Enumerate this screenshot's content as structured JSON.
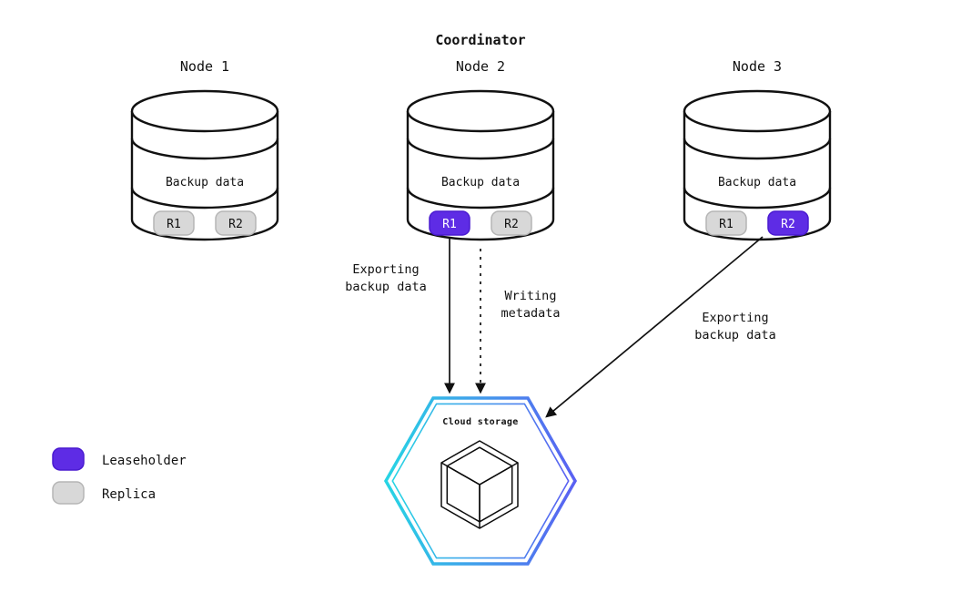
{
  "title": "Coordinator",
  "nodes": [
    {
      "label": "Node 1",
      "storage_label": "Backup data",
      "replicas": [
        {
          "label": "R1",
          "role": "replica"
        },
        {
          "label": "R2",
          "role": "replica"
        }
      ]
    },
    {
      "label": "Node 2",
      "storage_label": "Backup data",
      "replicas": [
        {
          "label": "R1",
          "role": "leaseholder"
        },
        {
          "label": "R2",
          "role": "replica"
        }
      ]
    },
    {
      "label": "Node 3",
      "storage_label": "Backup data",
      "replicas": [
        {
          "label": "R1",
          "role": "replica"
        },
        {
          "label": "R2",
          "role": "leaseholder"
        }
      ]
    }
  ],
  "arrows": [
    {
      "lines": [
        "Exporting",
        "backup data"
      ],
      "style": "solid",
      "from": "Node 2 / R1",
      "to": "Cloud storage"
    },
    {
      "lines": [
        "Writing",
        "metadata"
      ],
      "style": "dashed",
      "from": "Node 2",
      "to": "Cloud storage"
    },
    {
      "lines": [
        "Exporting",
        "backup data"
      ],
      "style": "solid",
      "from": "Node 3 / R2",
      "to": "Cloud storage"
    }
  ],
  "cloud_storage": {
    "label": "Cloud storage"
  },
  "legend": [
    {
      "label": "Leaseholder",
      "color": "#5e2ce5"
    },
    {
      "label": "Replica",
      "color": "#d8d8d8"
    }
  ],
  "colors": {
    "leaseholder_fill": "#5e2ce5",
    "replica_fill": "#d8d8d8",
    "outline": "#111111",
    "hex_gradient_start": "#27d5e4",
    "hex_gradient_end": "#5a60f2"
  }
}
